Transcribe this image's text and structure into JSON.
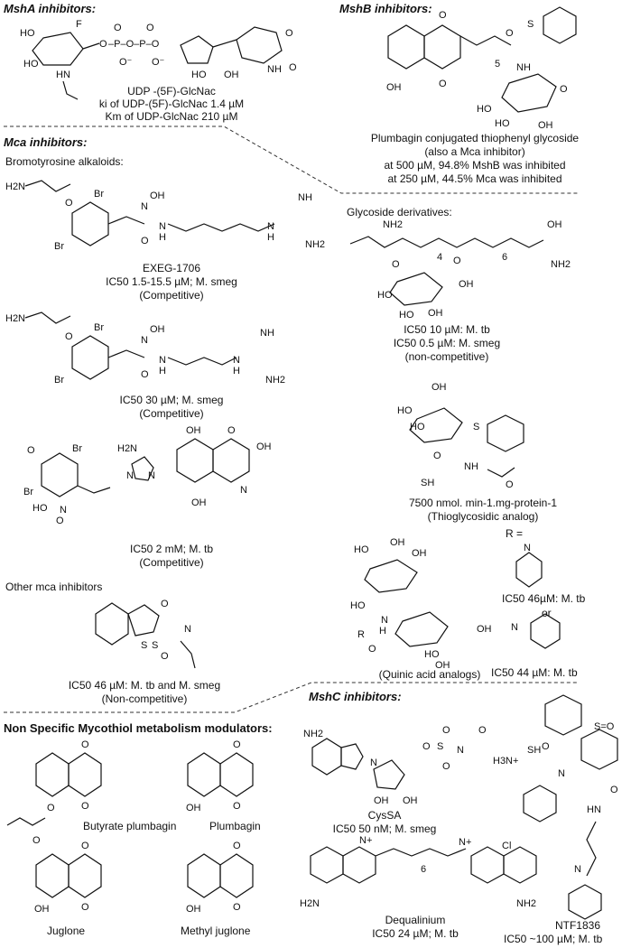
{
  "sections": {
    "msha_header": "MshA inhibitors:",
    "mshb_header": "MshB inhibitors:",
    "mca_header": "Mca inhibitors:",
    "mshc_header": "MshC inhibitors:",
    "nonspecific_header": "Non Specific Mycothiol metabolism modulators:"
  },
  "msha": {
    "name": "UDP -(5F)-GlcNac",
    "ki": "ki of UDP-(5F)-GlcNac 1.4 µM",
    "km": "Km of UDP-GlcNac 210 µM"
  },
  "mshb": {
    "name": "Plumbagin conjugated thiophenyl glycoside",
    "note": "(also a Mca inhibitor)",
    "inhib1": "at 500 µM, 94.8% MshB was inhibited",
    "inhib2": "at 250 µM, 44.5% Mca was inhibited"
  },
  "mca": {
    "bromotyrosine_label": "Bromotyrosine alkaloids:",
    "exeg_name": "EXEG-1706",
    "exeg_ic50": "IC50 1.5-15.5 µM; M. smeg",
    "exeg_mode": "(Competitive)",
    "c2_ic50": "IC50 30 µM; M. smeg",
    "c2_mode": "(Competitive)",
    "c3_ic50": "IC50 2 mM; M. tb",
    "c3_mode": "(Competitive)",
    "other_label": "Other mca inhibitors",
    "c4_ic50": "IC50 46 µM: M. tb  and  M. smeg",
    "c4_mode": "(Non-competitive)",
    "glycoside_label": "Glycoside derivatives:",
    "g1_ic50a": "IC50 10 µM: M. tb",
    "g1_ic50b": "IC50  0.5 µM: M. smeg",
    "g1_mode": "(non-competitive)",
    "thio_activity": "7500 nmol. min-1.mg-protein-1",
    "thio_name": "(Thioglycosidic analog)",
    "r_label": "R =",
    "quinic_name": "(Quinic acid analogs)",
    "q1_ic50": "IC50 46µM: M. tb",
    "or_label": "or",
    "q2_ic50": "IC50 44 µM: M. tb"
  },
  "mshc": {
    "cyssa_name": "CysSA",
    "cyssa_ic50": "IC50 50 nM; M. smeg",
    "deq_name": "Dequalinium",
    "deq_ic50": "IC50 24 µM; M. tb",
    "ntf_name": "NTF1836",
    "ntf_ic50": "IC50 ~100 µM; M. tb"
  },
  "nonspecific": {
    "butyrate": "Butyrate plumbagin",
    "plumbagin": "Plumbagin",
    "juglone": "Juglone",
    "methyljuglone": "Methyl juglone"
  }
}
